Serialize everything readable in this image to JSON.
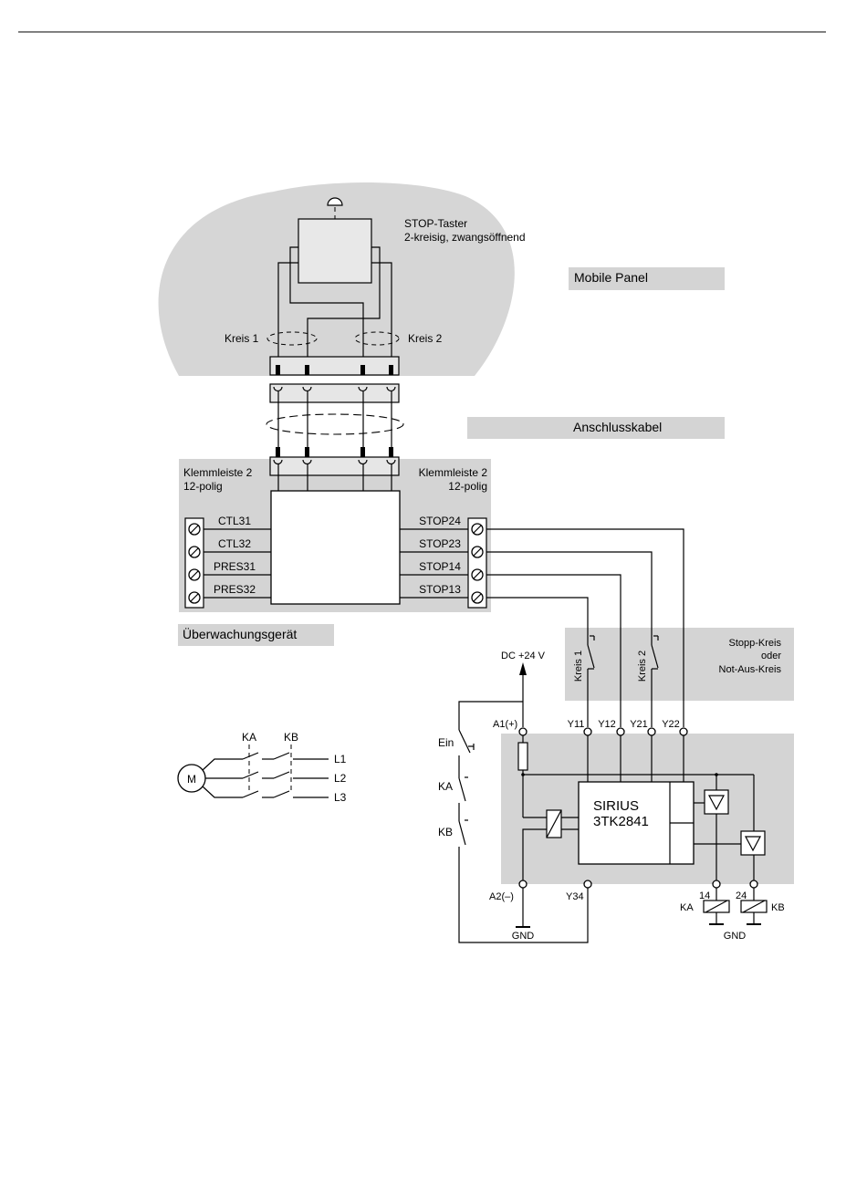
{
  "labels": {
    "stop_button": "STOP-Taster",
    "stop_button_desc": "2-kreisig, zwangsöffnend",
    "mobile_panel": "Mobile Panel",
    "circuit1": "Kreis 1",
    "circuit2": "Kreis 2",
    "connection_cable": "Anschlusskabel",
    "terminal_left_1": "Klemmleiste 2",
    "terminal_left_2": "12-polig",
    "terminal_right_1": "Klemmleiste 2",
    "terminal_right_2": "12-polig",
    "monitoring_device": "Überwachungsgerät",
    "stop_circuit_1": "Stopp-Kreis",
    "stop_circuit_2": "oder",
    "stop_circuit_3": "Not-Aus-Kreis",
    "dc_supply": "DC +24 V",
    "a1": "A1(+)",
    "a2": "A2(–)",
    "y34": "Y34",
    "gnd": "GND",
    "gnd2": "GND",
    "ein": "Ein",
    "ka": "KA",
    "kb": "KB",
    "device_1": "SIRIUS",
    "device_2": "3TK2841",
    "out14": "14",
    "out24": "24",
    "coil_ka": "KA",
    "coil_kb": "KB",
    "motor": "M",
    "motor_ka": "KA",
    "motor_kb": "KB",
    "phase1": "L1",
    "phase2": "L2",
    "phase3": "L3",
    "kreis1_vert": "Kreis 1",
    "kreis2_vert": "Kreis 2"
  },
  "left_terminals": [
    "CTL31",
    "CTL32",
    "PRES31",
    "PRES32"
  ],
  "right_terminals": [
    "STOP24",
    "STOP23",
    "STOP14",
    "STOP13"
  ],
  "y_terminals": [
    "Y11",
    "Y12",
    "Y21",
    "Y22"
  ],
  "colors": {
    "panel_gray": "#d4d4d4",
    "box_gray": "#e6e6e6",
    "line": "#000000"
  }
}
